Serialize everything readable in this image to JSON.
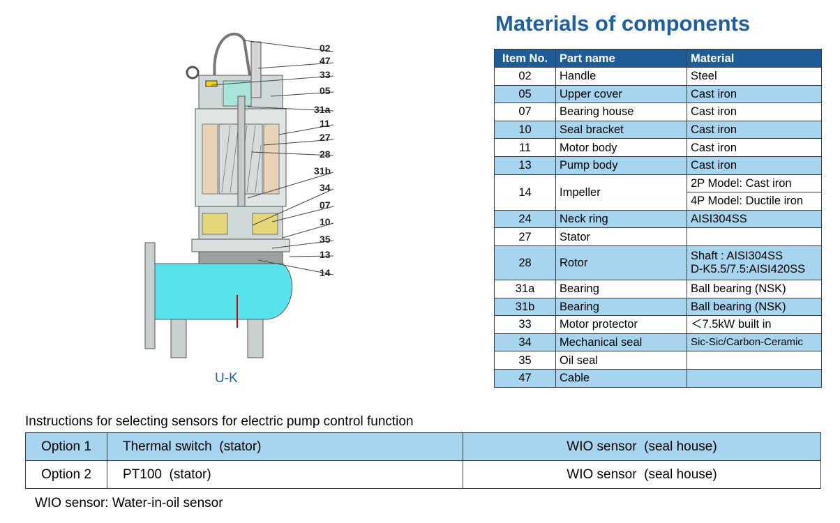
{
  "title": "Materials of components",
  "materials": {
    "headers": {
      "item_no": "Item No.",
      "part_name": "Part name",
      "material": "Material"
    },
    "rows": [
      {
        "no": "02",
        "part": "Handle",
        "material": "Steel"
      },
      {
        "no": "05",
        "part": "Upper cover",
        "material": "Cast iron"
      },
      {
        "no": "07",
        "part": "Bearing house",
        "material": "Cast iron"
      },
      {
        "no": "10",
        "part": "Seal bracket",
        "material": "Cast iron"
      },
      {
        "no": "11",
        "part": "Motor body",
        "material": "Cast iron"
      },
      {
        "no": "13",
        "part": "Pump body",
        "material": "Cast iron"
      },
      {
        "no": "14",
        "part": "Impeller",
        "material_lines": [
          "2P Model: Cast iron",
          "4P Model: Ductile iron"
        ]
      },
      {
        "no": "24",
        "part": "Neck ring",
        "material": "AISI304SS"
      },
      {
        "no": "27",
        "part": "Stator",
        "material": ""
      },
      {
        "no": "28",
        "part": "Rotor",
        "material_lines": [
          "Shaft : AISI304SS",
          "D-K5.5/7.5:AISI420SS"
        ]
      },
      {
        "no": "31a",
        "part": "Bearing",
        "material": "Ball bearing (NSK)"
      },
      {
        "no": "31b",
        "part": "Bearing",
        "material": "Ball bearing (NSK)"
      },
      {
        "no": "33",
        "part": "Motor protector",
        "material": "＜7.5kW built in"
      },
      {
        "no": "34",
        "part": "Mechanical seal",
        "material": "Sic-Sic/Carbon-Ceramic"
      },
      {
        "no": "35",
        "part": "Oil seal",
        "material": ""
      },
      {
        "no": "47",
        "part": "Cable",
        "material": ""
      }
    ]
  },
  "diagram": {
    "caption": "U-K",
    "callouts": [
      "02",
      "47",
      "33",
      "05",
      "31a",
      "11",
      "27",
      "28",
      "31b",
      "34",
      "07",
      "10",
      "35",
      "13",
      "14"
    ]
  },
  "sensors": {
    "heading": "Instructions for selecting sensors for electric pump control function",
    "rows": [
      {
        "option": "Option 1",
        "stator": "Thermal switch  (stator)",
        "seal": "WIO sensor  (seal house)"
      },
      {
        "option": "Option 2",
        "stator": "PT100  (stator)",
        "seal": "WIO sensor  (seal house)"
      }
    ],
    "footnote": "WIO sensor: Water-in-oil sensor"
  },
  "colors": {
    "title": "#1d5fa0",
    "header_bg": "#1e5d97",
    "band_bg": "#a7d4ef",
    "volute": "#58e3ec"
  }
}
